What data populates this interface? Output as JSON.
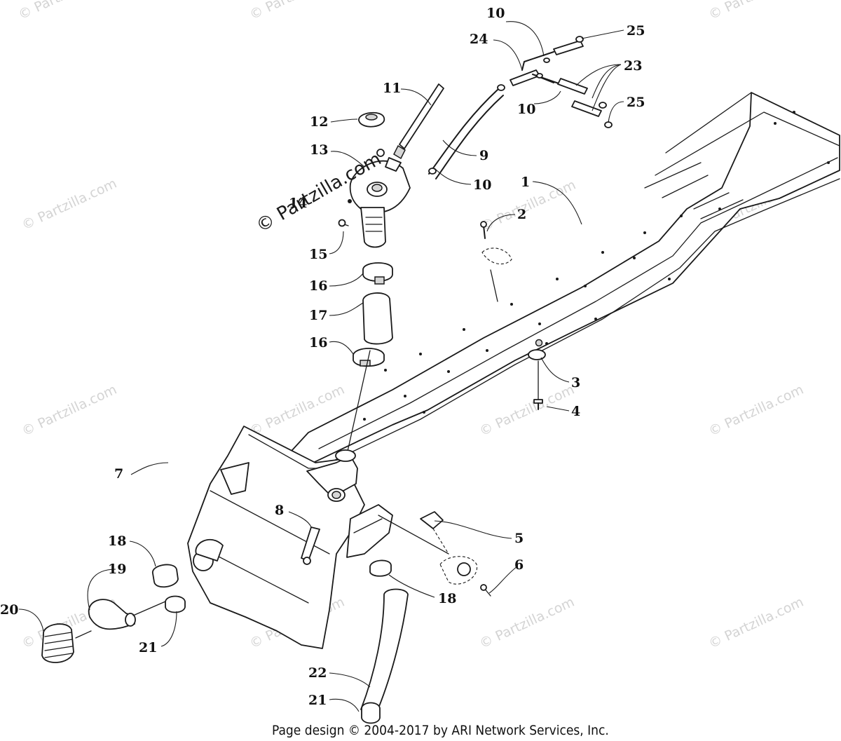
{
  "watermarks": {
    "small": "© Partzilla.com",
    "large": "© Partzilla.com"
  },
  "callouts": {
    "c1": "1",
    "c2": "2",
    "c3": "3",
    "c4": "4",
    "c5": "5",
    "c6": "6",
    "c7": "7",
    "c8": "8",
    "c9": "9",
    "c10a": "10",
    "c10b": "10",
    "c10c": "10",
    "c11": "11",
    "c12": "12",
    "c13": "13",
    "c14": "14",
    "c15": "15",
    "c16a": "16",
    "c16b": "16",
    "c17": "17",
    "c18a": "18",
    "c18b": "18",
    "c19": "19",
    "c20": "20",
    "c21a": "21",
    "c21b": "21",
    "c22": "22",
    "c23": "23",
    "c24": "24",
    "c25a": "25",
    "c25b": "25"
  },
  "footer": "Page design © 2004-2017 by ARI Network Services, Inc."
}
